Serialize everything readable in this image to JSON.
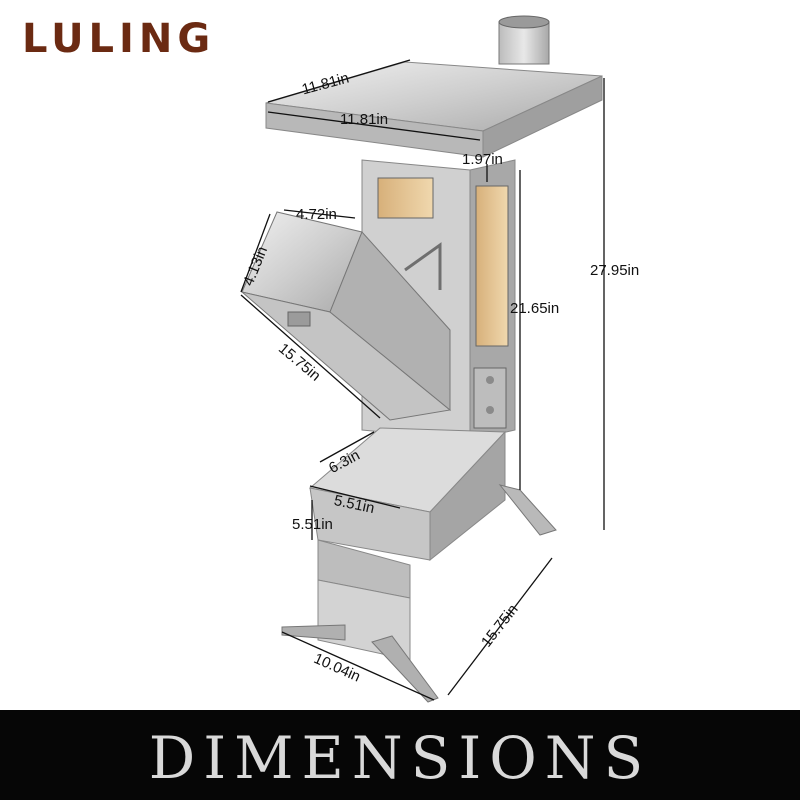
{
  "brand": {
    "logo_text": "LULING"
  },
  "footer": {
    "title": "DIMENSIONS"
  },
  "product": {
    "image": "stainless-steel-rocket-stove"
  },
  "dimensions": {
    "top_depth": "11.81in",
    "top_width": "11.81in",
    "top_thickness": "1.97in",
    "total_height": "27.95in",
    "body_height": "21.65in",
    "hopper_width": "4.72in",
    "hopper_height": "4.13in",
    "hopper_length": "15.75in",
    "feed_opening": "6.3in",
    "ash_box_width": "5.51in",
    "ash_box_height": "5.51in",
    "base_depth": "15.75in",
    "leg_span": "10.04in"
  },
  "colors": {
    "brand": "#6b2a12",
    "footer_bg": "#060606",
    "footer_text": "#d9d9d9",
    "steel": "#c9c9c9"
  }
}
